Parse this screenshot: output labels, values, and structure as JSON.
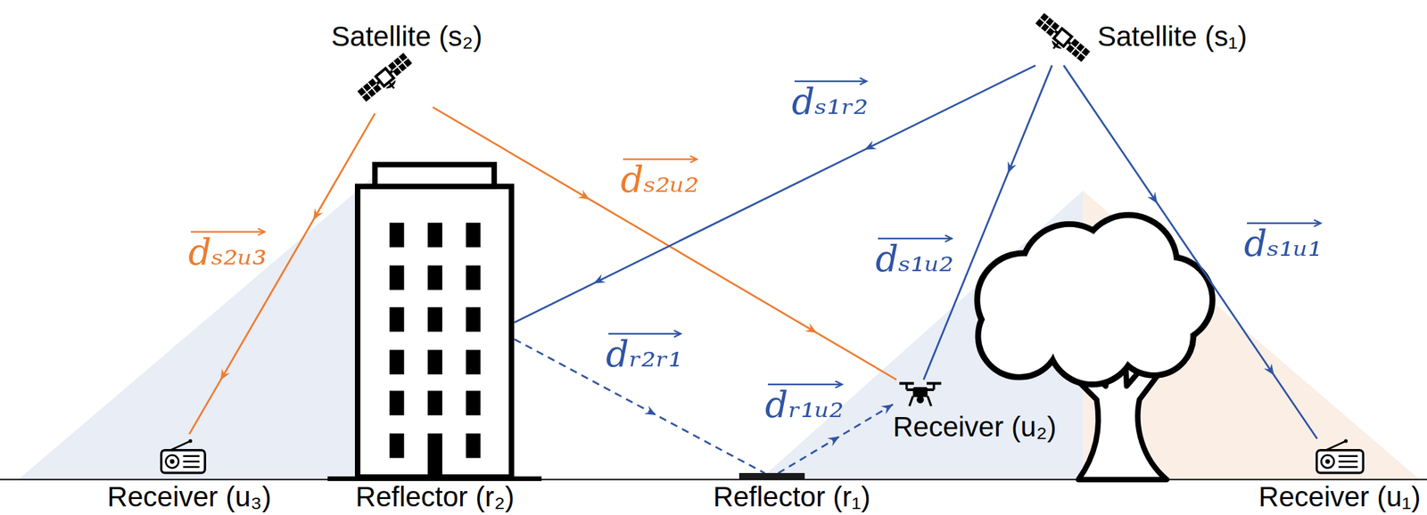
{
  "diagram": {
    "nodes": [
      {
        "text": [
          "Satellite (s₂)"
        ]
      },
      {
        "text": [
          "Satellite (s₁)"
        ]
      },
      {
        "text": [
          "Receiver (u₂)"
        ]
      },
      {
        "text": [
          "Receiver (u₃)"
        ]
      },
      {
        "text": [
          "Reflector (r₂)"
        ]
      },
      {
        "text": [
          "Reflector (r₁)"
        ]
      },
      {
        "text": [
          "Receiver (u₁)"
        ]
      }
    ],
    "edges": [
      {
        "from": 0,
        "to": 3,
        "arrow": "to",
        "label": "dₛ₂ᵤ₃"
      },
      {
        "from": 0,
        "to": 2,
        "arrow": "to",
        "label": "dₛ₂ᵤ₂"
      },
      {
        "from": 1,
        "to": 4,
        "arrow": "to",
        "label": "dₛ₁ᵣ₂"
      },
      {
        "from": 1,
        "to": 2,
        "arrow": "to",
        "label": "dₛ₁ᵤ₂"
      },
      {
        "from": 1,
        "to": 6,
        "arrow": "to",
        "label": "dₛ₁ᵤ₁"
      },
      {
        "from": 4,
        "to": 5,
        "arrow": "to",
        "label": "dᵣ₂ᵣ₁"
      },
      {
        "from": 5,
        "to": 2,
        "arrow": "to",
        "label": "dᵣ₁ᵤ₂"
      }
    ]
  }
}
